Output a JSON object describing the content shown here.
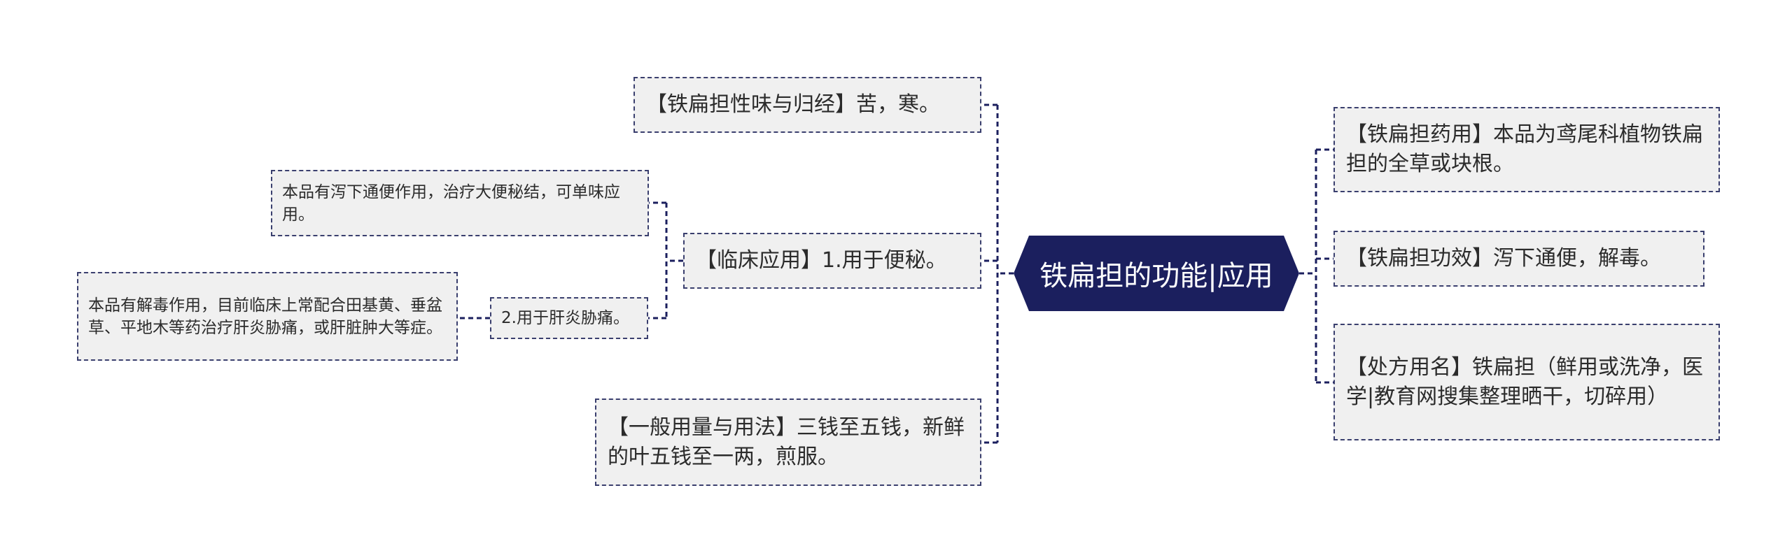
{
  "root": {
    "label": "铁扁担的功能|应用"
  },
  "left": {
    "nature": "【铁扁担性味与归经】苦，寒。",
    "clinical": {
      "label": "【临床应用】1.用于便秘。",
      "detail": "本品有泻下通便作用，治疗大便秘结，可单味应用。",
      "sub": {
        "label": "2.用于肝炎胁痛。",
        "detail": "本品有解毒作用，目前临床上常配合田基黄、垂盆草、平地木等药治疗肝炎胁痛，或肝脏肿大等症。"
      }
    },
    "dosage": "【一般用量与用法】三钱至五钱，新鲜的叶五钱至一两，煎服。"
  },
  "right": {
    "drug": "【铁扁担药用】本品为鸢尾科植物铁扁担的全草或块根。",
    "effect": "【铁扁担功效】泻下通便，解毒。",
    "prescription": "【处方用名】铁扁担（鲜用或洗净，医学|教育网搜集整理晒干，切碎用）"
  },
  "colors": {
    "root_fill": "#1b1f5e",
    "node_fill": "#f0f0f0",
    "border": "#3a3f6e",
    "text": "#2b2b2b"
  }
}
